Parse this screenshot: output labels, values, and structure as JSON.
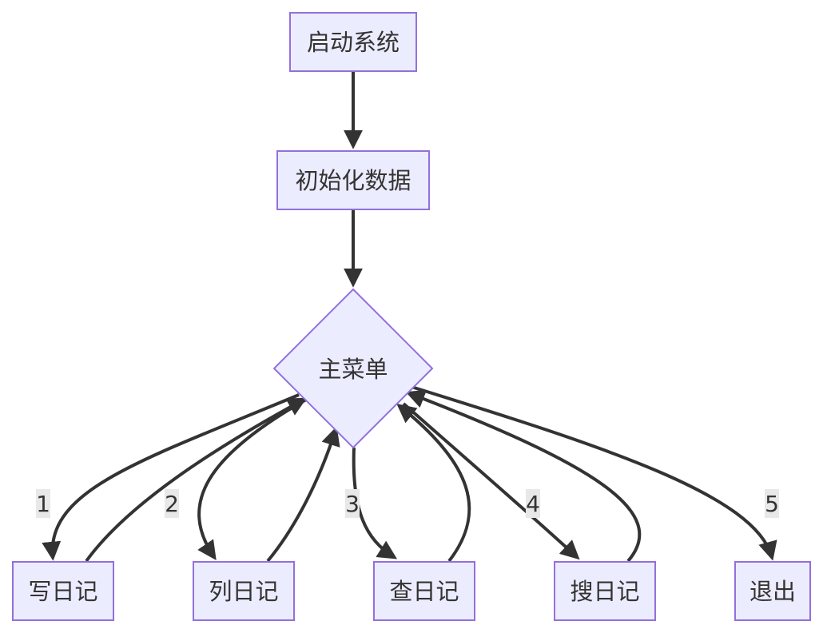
{
  "nodes": {
    "start": "启动系统",
    "init": "初始化数据",
    "menu": "主菜单",
    "write": "写日记",
    "list": "列日记",
    "query": "查日记",
    "search": "搜日记",
    "exit": "退出"
  },
  "edge_labels": {
    "to_write": "1",
    "to_list": "2",
    "to_query": "3",
    "to_search": "4",
    "to_exit": "5"
  },
  "colors": {
    "node_fill": "#ECECFF",
    "node_stroke": "#9370DB",
    "edge": "#333333",
    "label_bg": "#e8e8e8"
  }
}
